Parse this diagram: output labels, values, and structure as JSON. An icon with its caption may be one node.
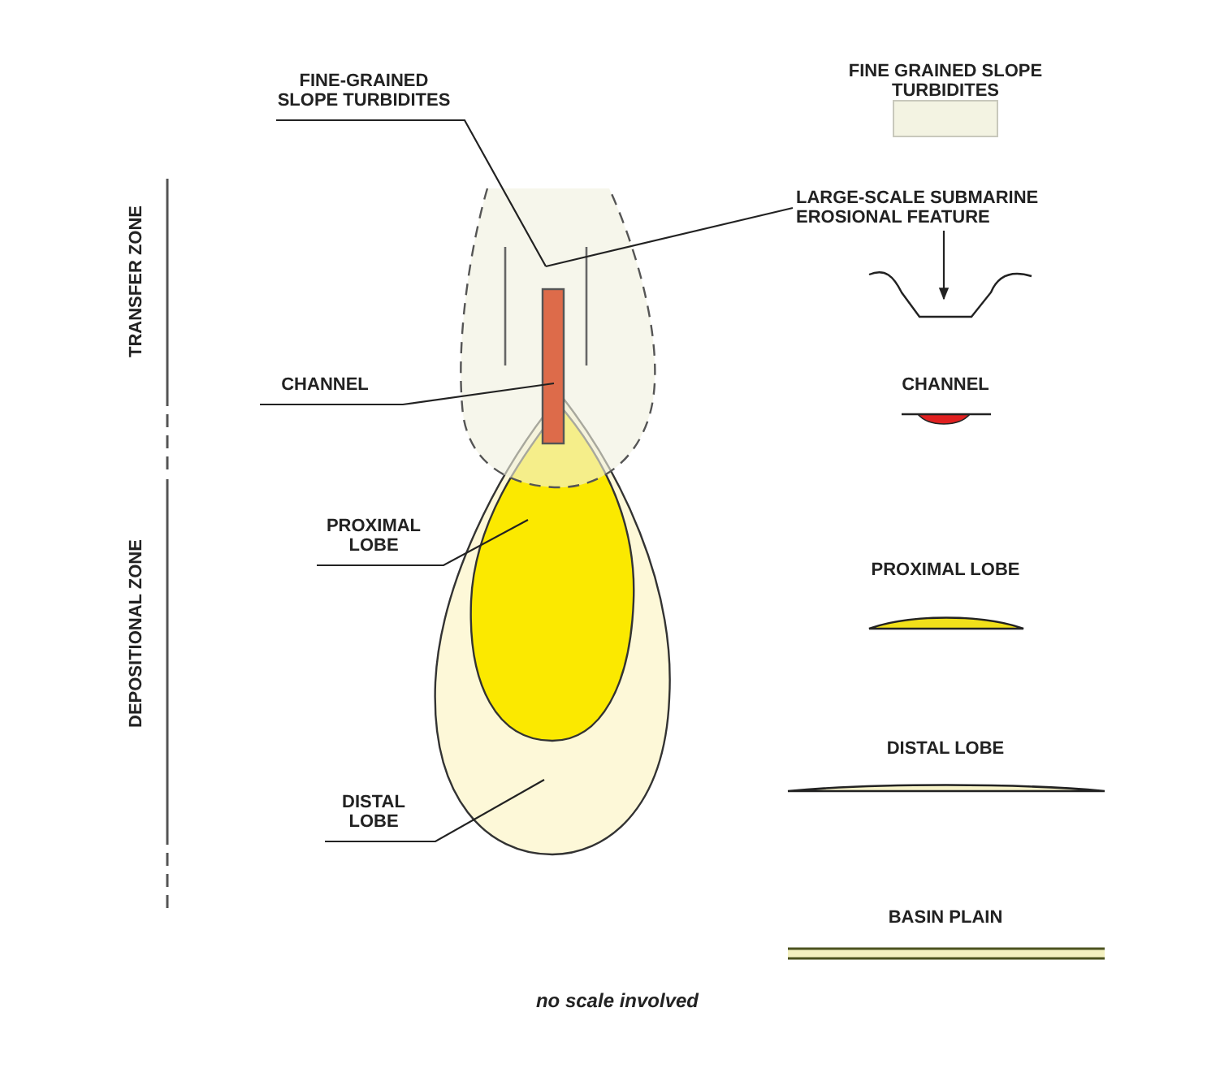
{
  "diagram": {
    "caption": "no scale involved",
    "nodes": [
      {
        "text": [
          "FINE-GRAINED SLOPE TURBIDITES"
        ]
      },
      {
        "text": [],
        "shape": "drop"
      },
      {
        "text": [
          "LARGE-SCALE SUBMARINE EROSIONAL FEATURE"
        ]
      },
      {
        "text": [],
        "shape": "trough"
      },
      {
        "text": [
          "CHANNEL"
        ]
      },
      {
        "text": [],
        "shape": "bar",
        "in": 1
      },
      {
        "text": [
          "PROXIMAL LOBE"
        ]
      },
      {
        "text": [],
        "shape": "oval",
        "in": 9
      },
      {
        "text": [
          "DISTAL LOBE"
        ]
      },
      {
        "text": [],
        "shape": "drop"
      }
    ],
    "edges": [
      {
        "from": 0,
        "to": 1,
        "arrow": "none"
      },
      {
        "from": 2,
        "to": 1,
        "arrow": "none"
      },
      {
        "from": 2,
        "to": 3,
        "arrow": "to"
      },
      {
        "from": 4,
        "to": 5,
        "arrow": "none"
      },
      {
        "from": 6,
        "to": 7,
        "arrow": "none"
      },
      {
        "from": 8,
        "to": 9,
        "arrow": "none"
      }
    ],
    "labels": [
      "TRANSFER ZONE",
      "DEPOSITIONAL ZONE"
    ],
    "legend": [
      {
        "text": "FINE GRAINED SLOPE TURBIDITES",
        "color": "#f3f3e2"
      },
      {
        "text": "CHANNEL"
      },
      {
        "text": "PROXIMAL LOBE"
      },
      {
        "text": "DISTAL LOBE"
      },
      {
        "text": "BASIN PLAIN"
      }
    ]
  }
}
